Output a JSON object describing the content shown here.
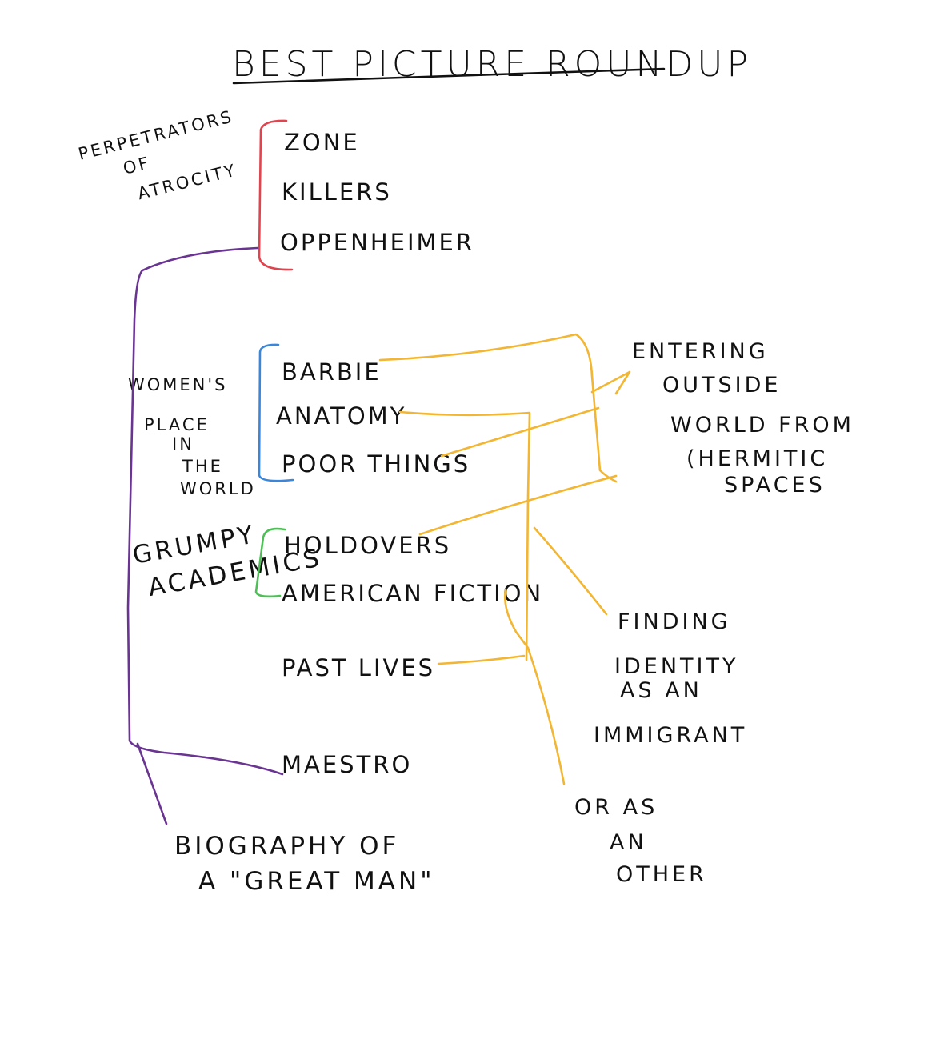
{
  "title": "Best Picture Roundup",
  "colors": {
    "ink": "#111111",
    "perpetrators": "#e0454f",
    "womens_place": "#3b86d9",
    "grumpy": "#4fbe57",
    "biography": "#6a3592",
    "themes": "#f2b632"
  },
  "films": {
    "zone": "Zone",
    "killers": "Killers",
    "oppenheimer": "Oppenheimer",
    "barbie": "Barbie",
    "anatomy": "Anatomy",
    "poor_things": "Poor Things",
    "holdovers": "Holdovers",
    "american_fiction": "American Fiction",
    "past_lives": "Past Lives",
    "maestro": "Maestro"
  },
  "categories": {
    "perpetrators": [
      "Perpetrators",
      "of",
      "Atrocity"
    ],
    "womens_place": [
      "Women's",
      "place",
      "in",
      "the",
      "world"
    ],
    "grumpy": [
      "Grumpy",
      "Academics"
    ],
    "biography": [
      "Biography of",
      "a \"Great man\""
    ]
  },
  "themes": {
    "entering": [
      "Entering",
      "outside",
      "world from",
      "(hermitic",
      "spaces"
    ],
    "identity": [
      "Finding",
      "identity",
      "as an",
      "immigrant"
    ],
    "other": [
      "or as",
      "an",
      "other"
    ]
  }
}
